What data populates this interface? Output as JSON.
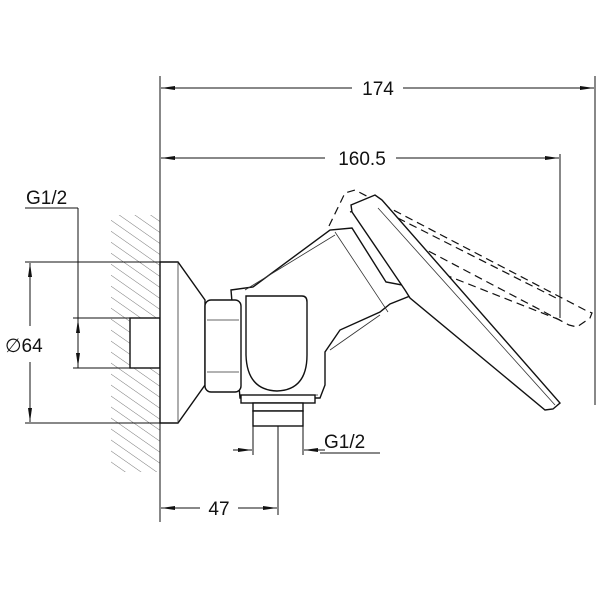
{
  "drawing": {
    "dimensions": {
      "overall_length": "174",
      "lever_length": "160.5",
      "flange_diameter": "∅64",
      "inlet_thread": "G1/2",
      "outlet_thread": "G1/2",
      "outlet_offset": "47"
    },
    "colors": {
      "line": "#111111",
      "background": "#ffffff"
    }
  }
}
